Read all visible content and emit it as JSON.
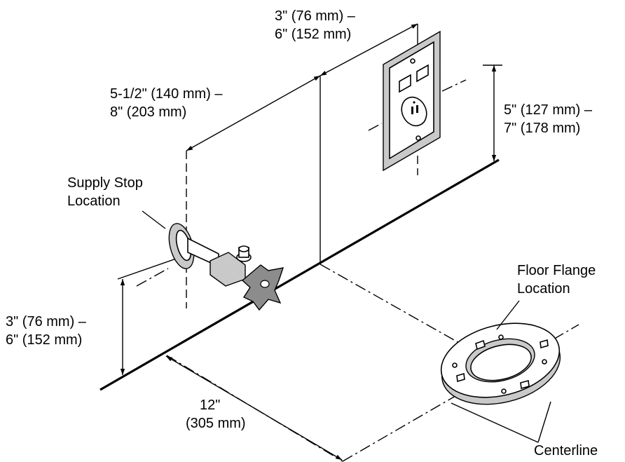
{
  "labels": {
    "outlet_offset": [
      "3\" (76 mm) –",
      "6\" (152 mm)"
    ],
    "stop_to_outlet": [
      "5-1/2\" (140 mm) –",
      "8\" (203 mm)"
    ],
    "outlet_height": [
      "5\" (127 mm) –",
      "7\" (178 mm)"
    ],
    "supply_stop": [
      "Supply Stop",
      "Location"
    ],
    "stop_height": [
      "3\" (76 mm) –",
      "6\" (152 mm)"
    ],
    "flange_offset": [
      "12\"",
      "(305 mm)"
    ],
    "floor_flange": [
      "Floor Flange",
      "Location"
    ],
    "centerline": "Centerline"
  },
  "icons": [
    "electrical-outlet-icon",
    "supply-stop-valve-icon",
    "floor-flange-icon"
  ]
}
